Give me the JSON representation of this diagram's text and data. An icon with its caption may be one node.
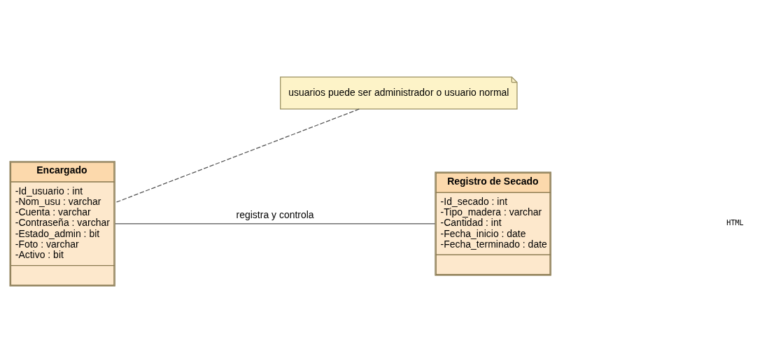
{
  "diagram": {
    "nodes": [
      {
        "text": [
          "usuarios puede ser administrador o usuario normal"
        ]
      },
      {
        "text": [
          "Encargado",
          "-Id_usuario : int",
          "-Nom_usu : varchar",
          "-Cuenta : varchar",
          "-Contraseña : varchar",
          "-Estado_admin : bit",
          "-Foto : varchar",
          "-Activo : bit"
        ]
      },
      {
        "text": [
          "Registro de Secado",
          "-Id_secado : int",
          "-Tipo_madera : varchar",
          "-Cantidad : int",
          "-Fecha_inicio : date",
          "-Fecha_terminado : date"
        ]
      }
    ],
    "edges": [
      {
        "from": 0,
        "to": 1,
        "arrow": "none",
        "style": "dashed"
      },
      {
        "from": 1,
        "to": 2,
        "arrow": "none",
        "label": "registra y controla"
      }
    ],
    "labels": [
      "HTML"
    ]
  }
}
